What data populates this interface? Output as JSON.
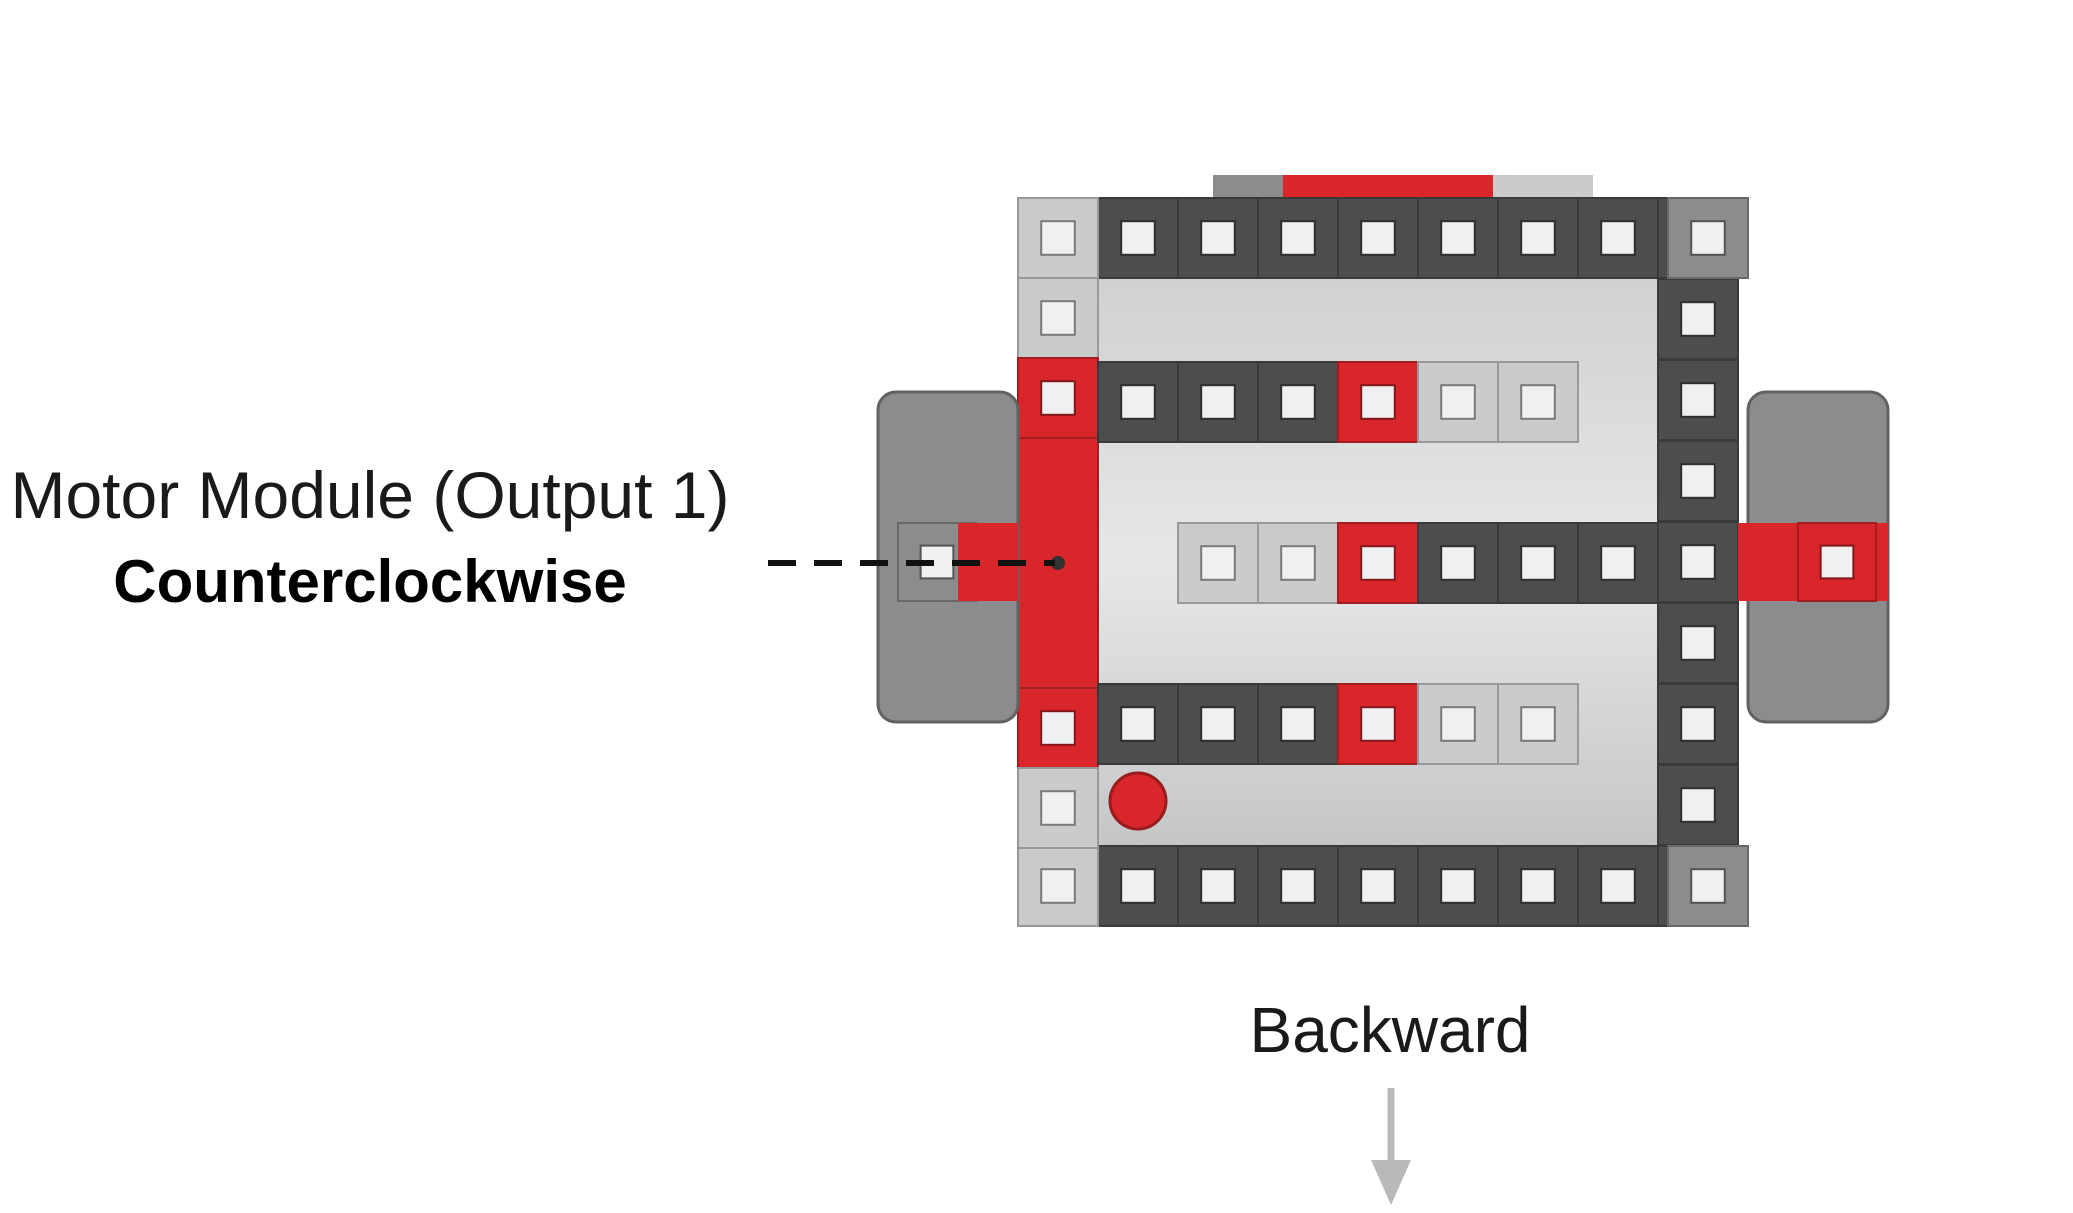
{
  "callout": {
    "module_label": "Motor Module (Output 1)",
    "direction_label": "Counterclockwise"
  },
  "movement": {
    "label": "Backward"
  },
  "colors": {
    "accent_red": "#d9262b",
    "dark_gray": "#4c4d4f",
    "mid_gray": "#8a8c8e",
    "light_gray": "#c9cbcc",
    "panel": "#d5d7d8",
    "arrow": "#b8b9ba",
    "leader": "#111111"
  }
}
